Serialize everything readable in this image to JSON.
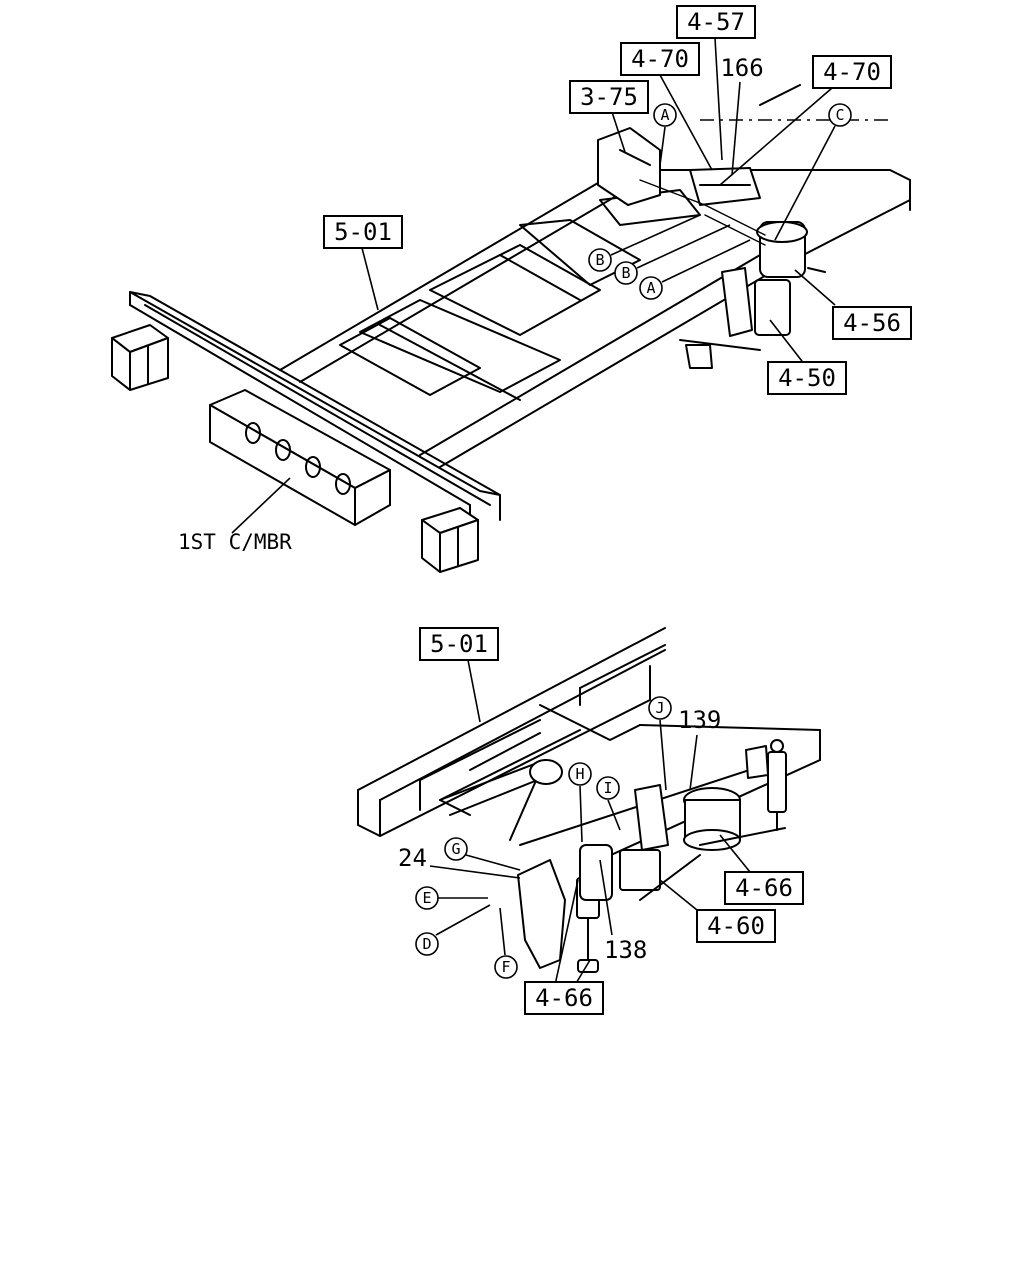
{
  "figure_1": {
    "boxed_refs": [
      "4-57",
      "4-70",
      "166",
      "4-70",
      "3-75",
      "5-01",
      "4-56",
      "4-50"
    ],
    "callouts": [
      "A",
      "C",
      "B",
      "B",
      "A"
    ],
    "crossmember_label": "1ST C/MBR"
  },
  "figure_2": {
    "boxed_refs": [
      "5-01",
      "4-66",
      "4-60",
      "4-66"
    ],
    "plain_refs": [
      "139",
      "24",
      "138"
    ],
    "callouts": [
      "J",
      "H",
      "I",
      "G",
      "E",
      "D",
      "F"
    ]
  }
}
